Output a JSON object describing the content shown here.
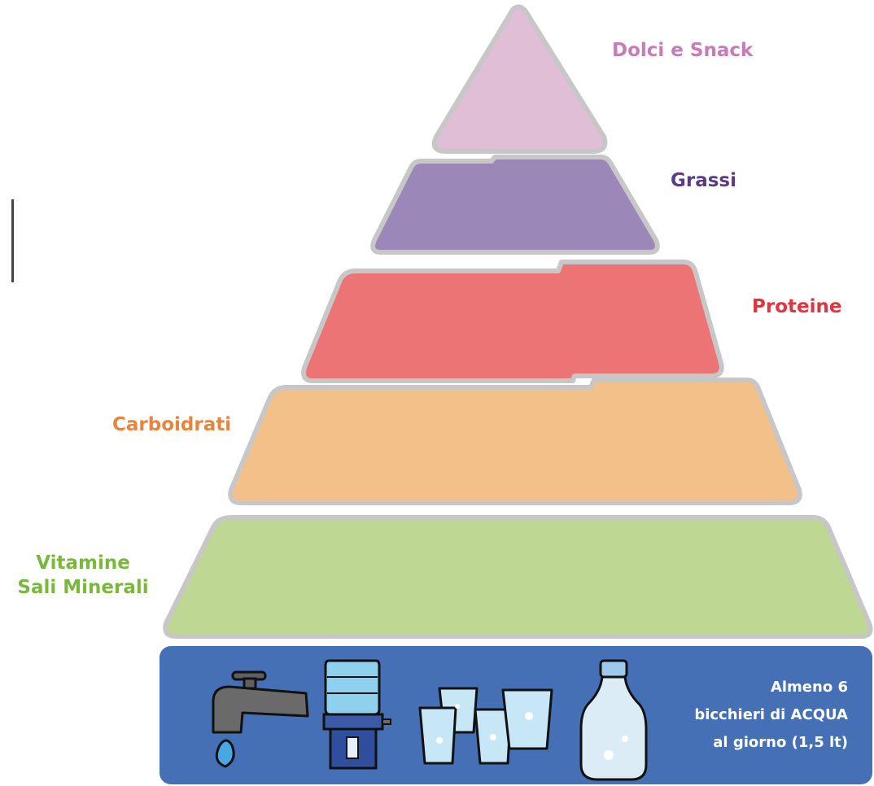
{
  "pyramid": {
    "levels": [
      {
        "label": "Dolci e Snack",
        "color": "#dfbed6",
        "text_color": "#c77bb9"
      },
      {
        "label": "Grassi",
        "color": "#9b87b8",
        "text_color": "#5c3b86"
      },
      {
        "label": "Proteine",
        "color": "#ec7474",
        "text_color": "#e0343f"
      },
      {
        "label": "Carboidrati",
        "color": "#f4c08a",
        "text_color": "#e9833d"
      },
      {
        "label_line1": "Vitamine",
        "label_line2": "Sali Minerali",
        "color": "#bed894",
        "text_color": "#7ab83c"
      }
    ],
    "base": {
      "color": "#4570b5",
      "text_line1": "Almeno 6",
      "text_line2": "bicchieri di ACQUA",
      "text_line3": "al giorno (1,5 lt)",
      "icons": [
        "faucet-icon",
        "water-cooler-icon",
        "glasses-icon",
        "water-bottle-icon"
      ]
    }
  }
}
